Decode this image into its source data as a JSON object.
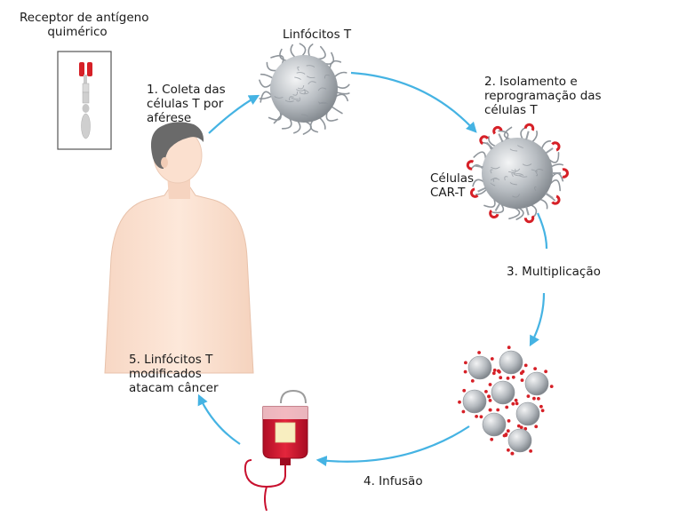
{
  "receptor": {
    "title_line1": "Receptor de antígeno",
    "title_line2": "quimérico"
  },
  "labels": {
    "top_cell": "Linfócitos T",
    "car_cells_line1": "Células",
    "car_cells_line2": "CAR-T"
  },
  "steps": [
    {
      "lines": [
        "1. Coleta das",
        "células T por",
        "aférese"
      ]
    },
    {
      "lines": [
        "2. Isolamento e",
        "reprogramação das",
        "células T"
      ]
    },
    {
      "lines": [
        "3. Multiplicação"
      ]
    },
    {
      "lines": [
        "4. Infusão"
      ]
    },
    {
      "lines": [
        "5. Linfócitos T",
        "modificados",
        "atacam câncer"
      ]
    }
  ],
  "colors": {
    "arrow": "#45b3e3",
    "cell": "#a8aeb4",
    "receptor_red": "#d62027",
    "skin": "#fbe2d2",
    "hair": "#6a6a6a",
    "blood": "#c8102e"
  }
}
